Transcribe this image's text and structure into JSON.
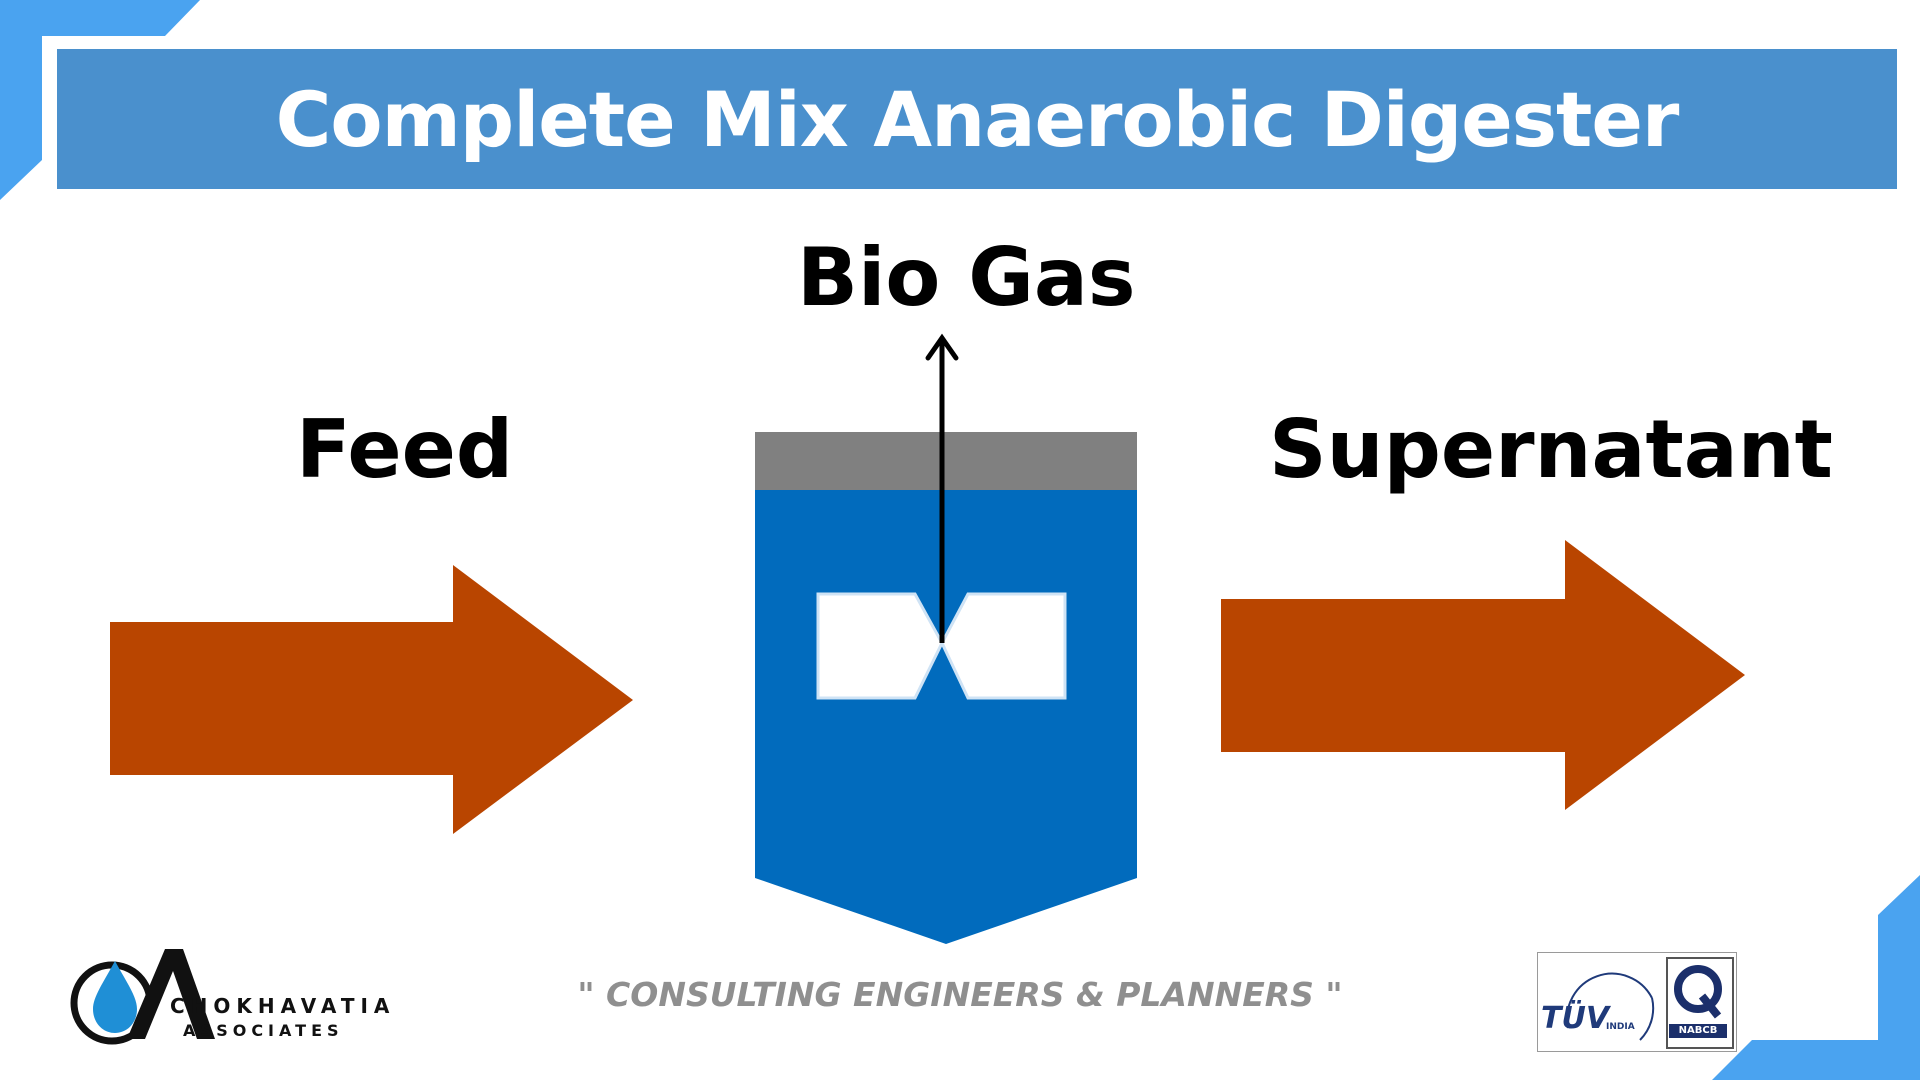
{
  "title": "Complete Mix Anaerobic Digester",
  "labels": {
    "feed": "Feed",
    "biogas": "Bio Gas",
    "supernatant": "Supernatant"
  },
  "tagline": "\" CONSULTING ENGINEERS & PLANNERS \"",
  "logo": {
    "name": "CHOKHAVATIA",
    "sub": "ASSOCIATES"
  },
  "certifications": {
    "tuv": "TÜV",
    "tuv_sub": "INDIA",
    "nabcb": "NABCB"
  },
  "colors": {
    "title_bar": "#4a90cd",
    "corner_accent": "#4aa3f0",
    "arrow": "#b94500",
    "tank_body": "#016bbd",
    "tank_lid": "#808080",
    "tagline": "#8f8f8f"
  },
  "icons": {
    "mixer": "mixer-impeller-icon",
    "gas_arrow": "arrow-up-icon",
    "logo": "water-drop-logo-icon"
  }
}
